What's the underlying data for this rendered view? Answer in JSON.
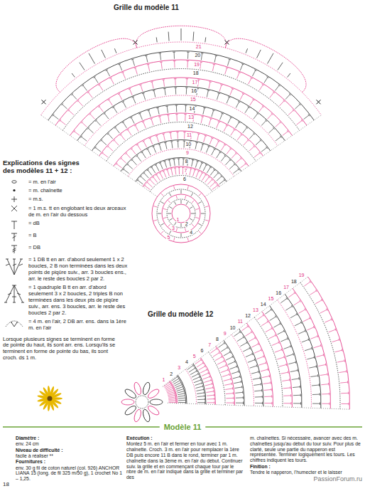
{
  "diagram": {
    "title": "Modèle 11",
    "labels": [
      "Grille du modèle 11",
      "1",
      "2",
      "3",
      "4",
      "5",
      "6",
      "7",
      "8",
      "9",
      "10",
      "11",
      "12",
      "13",
      "14",
      "15",
      "16",
      "17",
      "18",
      "19",
      "20",
      "21",
      "Explications des signes des modèles 11 + 12 :",
      "Grille du modèle 12",
      "1",
      "2",
      "3",
      "4",
      "5",
      "6",
      "7",
      "8",
      "9",
      "10",
      "11",
      "12",
      "13",
      "14",
      "15",
      "16",
      "17",
      "18",
      "19",
      "Lorsque plusieurs signes se terminent en forme de pointe du haut, ils sont arr. ens. Lorsqu'ils se terminent en forme de pointe du bas, ils sont croch. ds 1 m.",
      "Diamètre :",
      "env. 24 cm",
      "Niveau de difficulté :",
      "facile à réaliser **",
      "Fournitures :",
      "env. 30 g fil de coton naturel (col. 926) ANCHOR LIANA 15 (long. de fil 325 m/50 g), 1 crochet No 1 – 1,25.",
      "Exécution :",
      "Montez 5 m. en l'air et fermer en tour avec 1 m. chaînette. Croch. 3 m. en l'air pour remplacer la 1ère DB puis encore 11 B dans le rond, terminer par 1 m. chaînette dans la 3ème m. en l'air du début. Continuer suiv. la grille et en commençant chaque tour par le nbre de m. en l'air indiqué dans la grille et terminer par des",
      "m. chaînettes. Si nécessaire, avancer avec des m. chaînettes jusqu'au début du tour suiv. Pour plus de clarté, seule une partie du napperon est représentée. Terminer logiquement les tours. Les chiffres indiquent les tours.",
      "Finition :",
      "Tendre le napperon, l'humecter et le laisser",
      "18",
      "PassionForum.ru"
    ],
    "legend": [
      {
        "text": "= m. en l'air"
      },
      {
        "text": "= m. chaînette"
      },
      {
        "text": "= m.s."
      },
      {
        "text": "= 1 m.s. tt en englobant les deux arceaux de m. en l'air du dessous"
      },
      {
        "text": "= dB"
      },
      {
        "text": "= B"
      },
      {
        "text": "= DB"
      },
      {
        "text": "= 1 DB tt en arr. d'abord seulement 1 x 2 boucles, 2 B non terminées dans les deux points de piqûre suiv., arr. 3 boucles ens., arr. le reste des boucles 2 par 2."
      },
      {
        "text": "= 1 quadruple B tt en arr. d'abord seulement 3 x 2 boucles, 2 triples B non terminées dans les deux pts de piqûre suiv., arr. ens. 3 boucles, arr. le reste des boucles 2 par 2."
      },
      {
        "text": "= 4 m. en l'air, 2 DB arr. ens. dans la 1ère m. en l'air"
      }
    ]
  }
}
